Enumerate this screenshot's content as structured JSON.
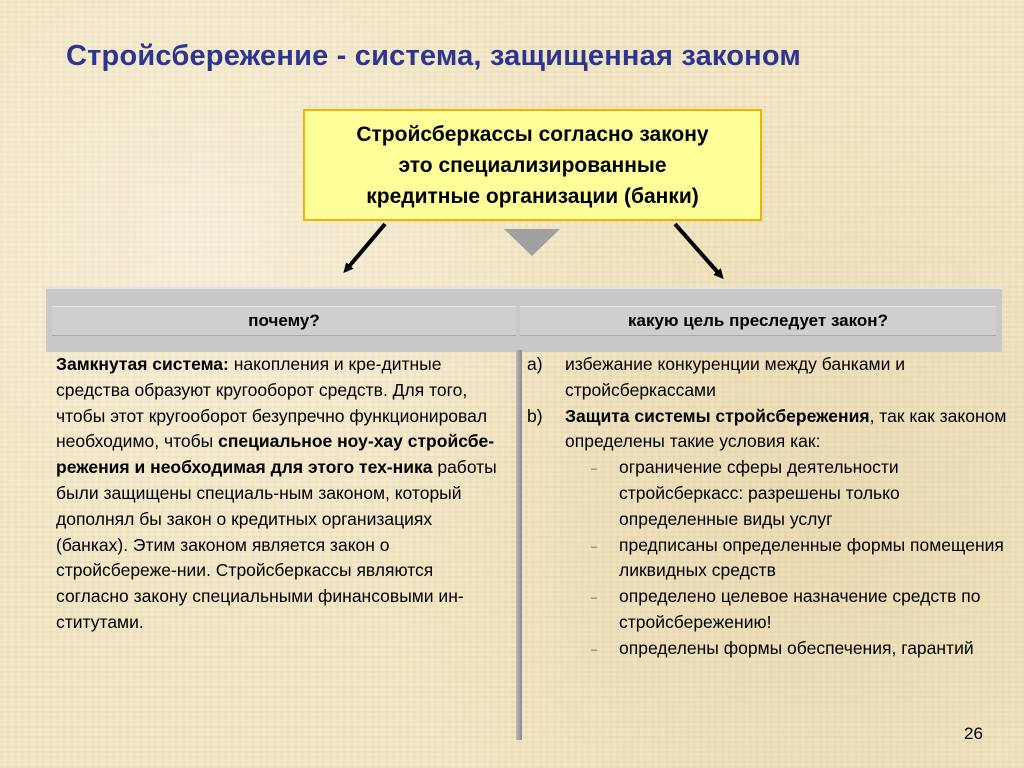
{
  "title": "Стройсбережение - система, защищенная законом",
  "topbox": {
    "lines": [
      "Стройсберкассы согласно закону",
      "это специализированные",
      "кредитные организации (банки)"
    ]
  },
  "headers": {
    "left": "почему?",
    "right": "какую цель преследует закон?"
  },
  "left": {
    "bold_intro": "Замкнутая система:",
    "text_1": " накопления и кре-дитные средства образуют кругооборот средств. Для того, чтобы этот кругооборот безупречно функционировал необходимо, чтобы ",
    "bold_mid": "специальное ноу-хау стройсбе-режения и необходимая для этого тех-ника",
    "text_2": " работы были защищены специаль-ным законом, который дополнял бы закон о кредитных организациях (банках). Этим законом является закон о стройсбереже-нии. Стройсберкассы являются согласно закону специальными финансовыми ин-ститутами."
  },
  "right": {
    "a_marker": "a)",
    "a_text": "избежание конкуренции между банками и стройсберкассами",
    "b_marker": "b)",
    "b_bold": "Защита системы стройсбережения",
    "b_text": ", так как законом определены такие условия как:",
    "dash": "–",
    "subitems": [
      "ограничение сферы деятельности стройсберкасс: разрешены только определенные виды услуг",
      "предписаны определенные формы помещения ликвидных средств",
      "определено целевое назначение средств по стройсбережению!",
      "определены формы обеспечения, гарантий"
    ]
  },
  "page_number": "26",
  "colors": {
    "title": "#2d3590",
    "box_fill": "#ffff99",
    "box_border": "#f0b400",
    "header_band": "#c9c9c9",
    "triangle": "#a0a0a0"
  }
}
